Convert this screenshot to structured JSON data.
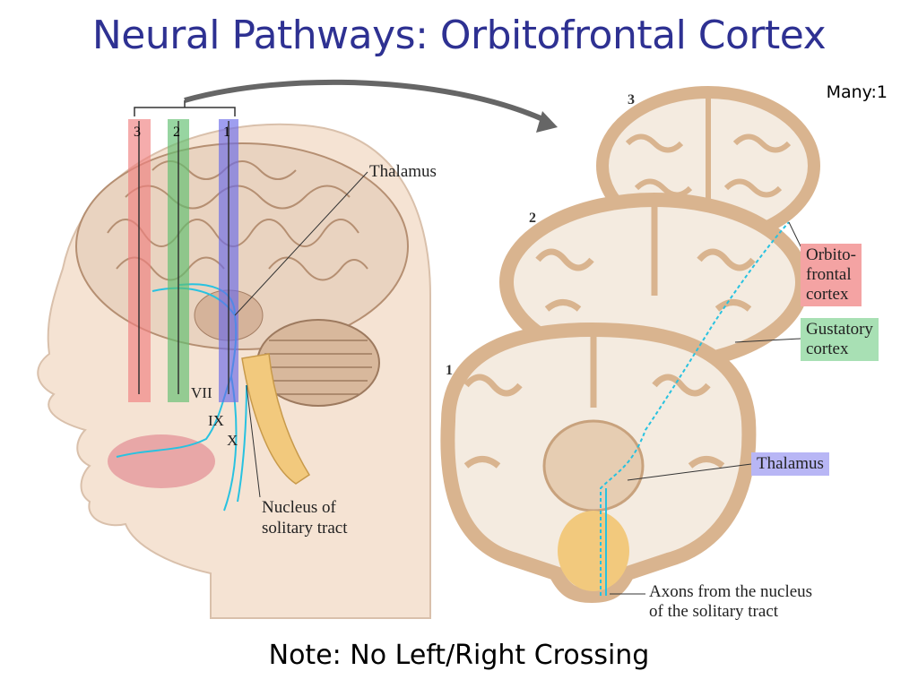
{
  "slide": {
    "title": "Neural Pathways: Orbitofrontal Cortex",
    "ratio": "Many:1",
    "note": "Note:  No Left/Right Crossing"
  },
  "figure": {
    "strip_labels": [
      "3",
      "2",
      "1"
    ],
    "strip_colors": [
      "#f08080",
      "#5fbf6f",
      "#6a6ae8"
    ],
    "head": {
      "thalamus": "Thalamus",
      "cranial_nerves": [
        "VII",
        "IX",
        "X"
      ],
      "nucleus_line1": "Nucleus of",
      "nucleus_line2": "solitary tract"
    },
    "sections": {
      "numbers": [
        "3",
        "2",
        "1"
      ],
      "orbitofrontal_line1": "Orbito-",
      "orbitofrontal_line2": "frontal",
      "orbitofrontal_line3": "cortex",
      "gustatory_line1": "Gustatory",
      "gustatory_line2": "cortex",
      "thalamus": "Thalamus",
      "axons_line1": "Axons from the nucleus",
      "axons_line2": "of the solitary tract"
    },
    "label_colors": {
      "orbitofrontal": "#f4a3a3",
      "gustatory": "#a8e0b4",
      "thalamus": "#b8b6f5"
    },
    "pathway_color": "#28c2e0",
    "tissue_color": "#d9b48f"
  }
}
